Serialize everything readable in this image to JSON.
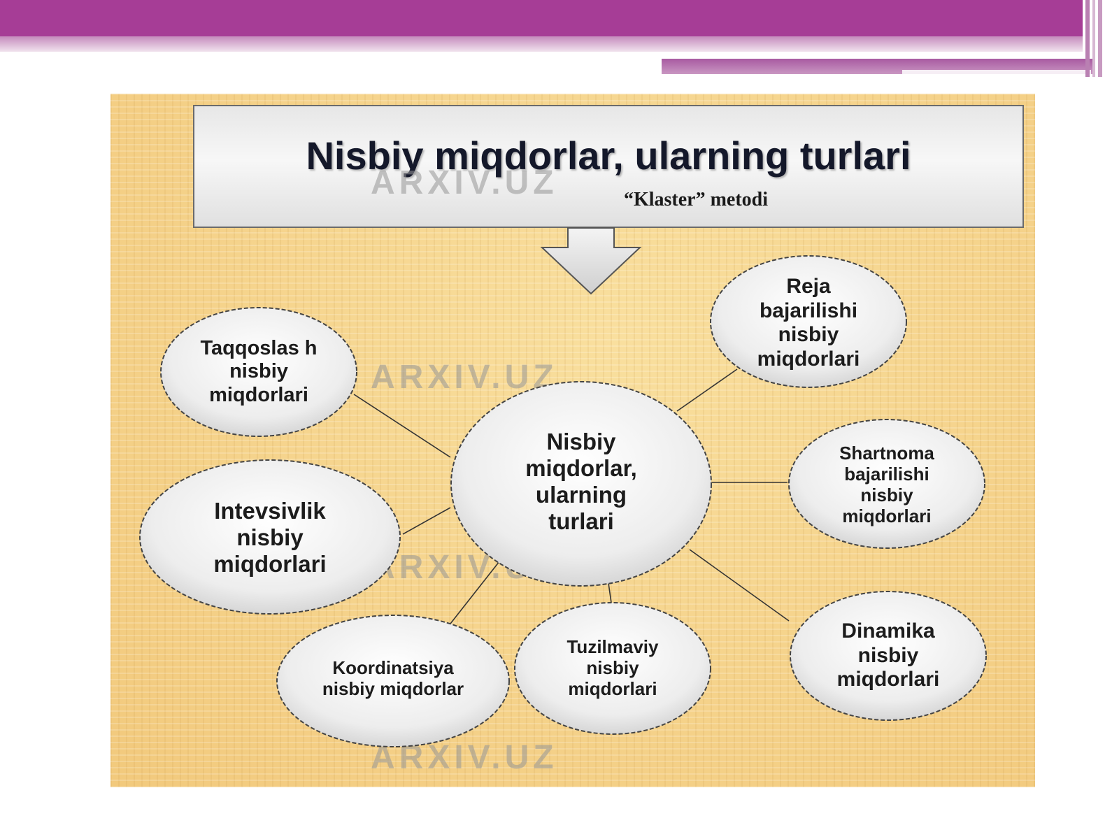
{
  "header": {
    "title": "Nisbiy miqdorlar, ularning turlari",
    "subtitle": "“Klaster” metodi"
  },
  "center_node": {
    "label": "Nisbiy miqdorlar, ularning turlari"
  },
  "nodes": [
    {
      "label": "Taqqoslas h nisbiy miqdorlari"
    },
    {
      "label": "Intevsivlik nisbiy miqdorlari"
    },
    {
      "label": "Koordinatsiya nisbiy miqdorlar"
    },
    {
      "label": "Tuzilmaviy nisbiy miqdorlari"
    },
    {
      "label": "Dinamika nisbiy miqdorlari"
    },
    {
      "label": "Shartnoma bajarilishi nisbiy miqdorlari"
    },
    {
      "label": "Reja bajarilishi nisbiy miqdorlari"
    }
  ],
  "watermark": "ARXIV.UZ",
  "colors": {
    "accent_bar": "#a63d96",
    "panel_background": "#f5d38c",
    "node_fill": "#f1f1f1",
    "text": "#1c1c1c"
  }
}
